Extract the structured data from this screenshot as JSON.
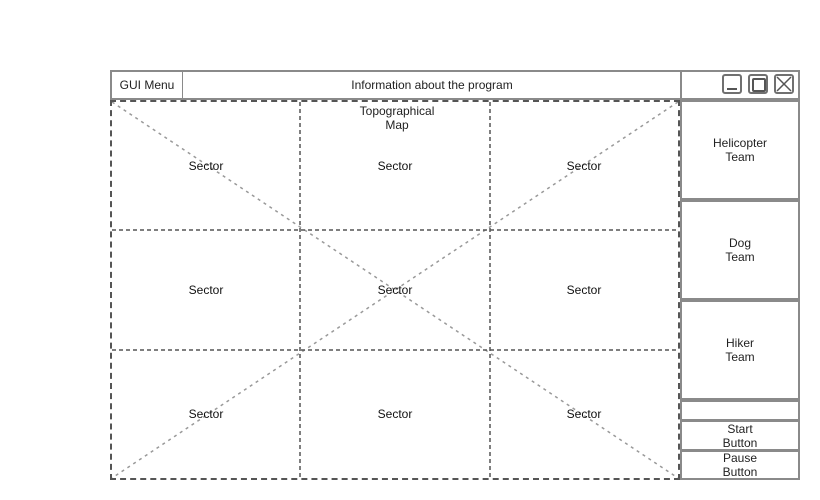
{
  "titlebar": {
    "menu_label": "GUI Menu",
    "info_label": "Information about the program"
  },
  "map": {
    "title": "Topographical\nMap",
    "sectors": [
      "Sector",
      "Sector",
      "Sector",
      "Sector",
      "Sector",
      "Sector",
      "Sector",
      "Sector",
      "Sector"
    ]
  },
  "sidebar": {
    "helicopter_team": "Helicopter\nTeam",
    "dog_team": "Dog\nTeam",
    "hiker_team": "Hiker\nTeam",
    "empty_slot": "",
    "start_button": "Start\nButton",
    "pause_button": "Pause\nButton"
  }
}
